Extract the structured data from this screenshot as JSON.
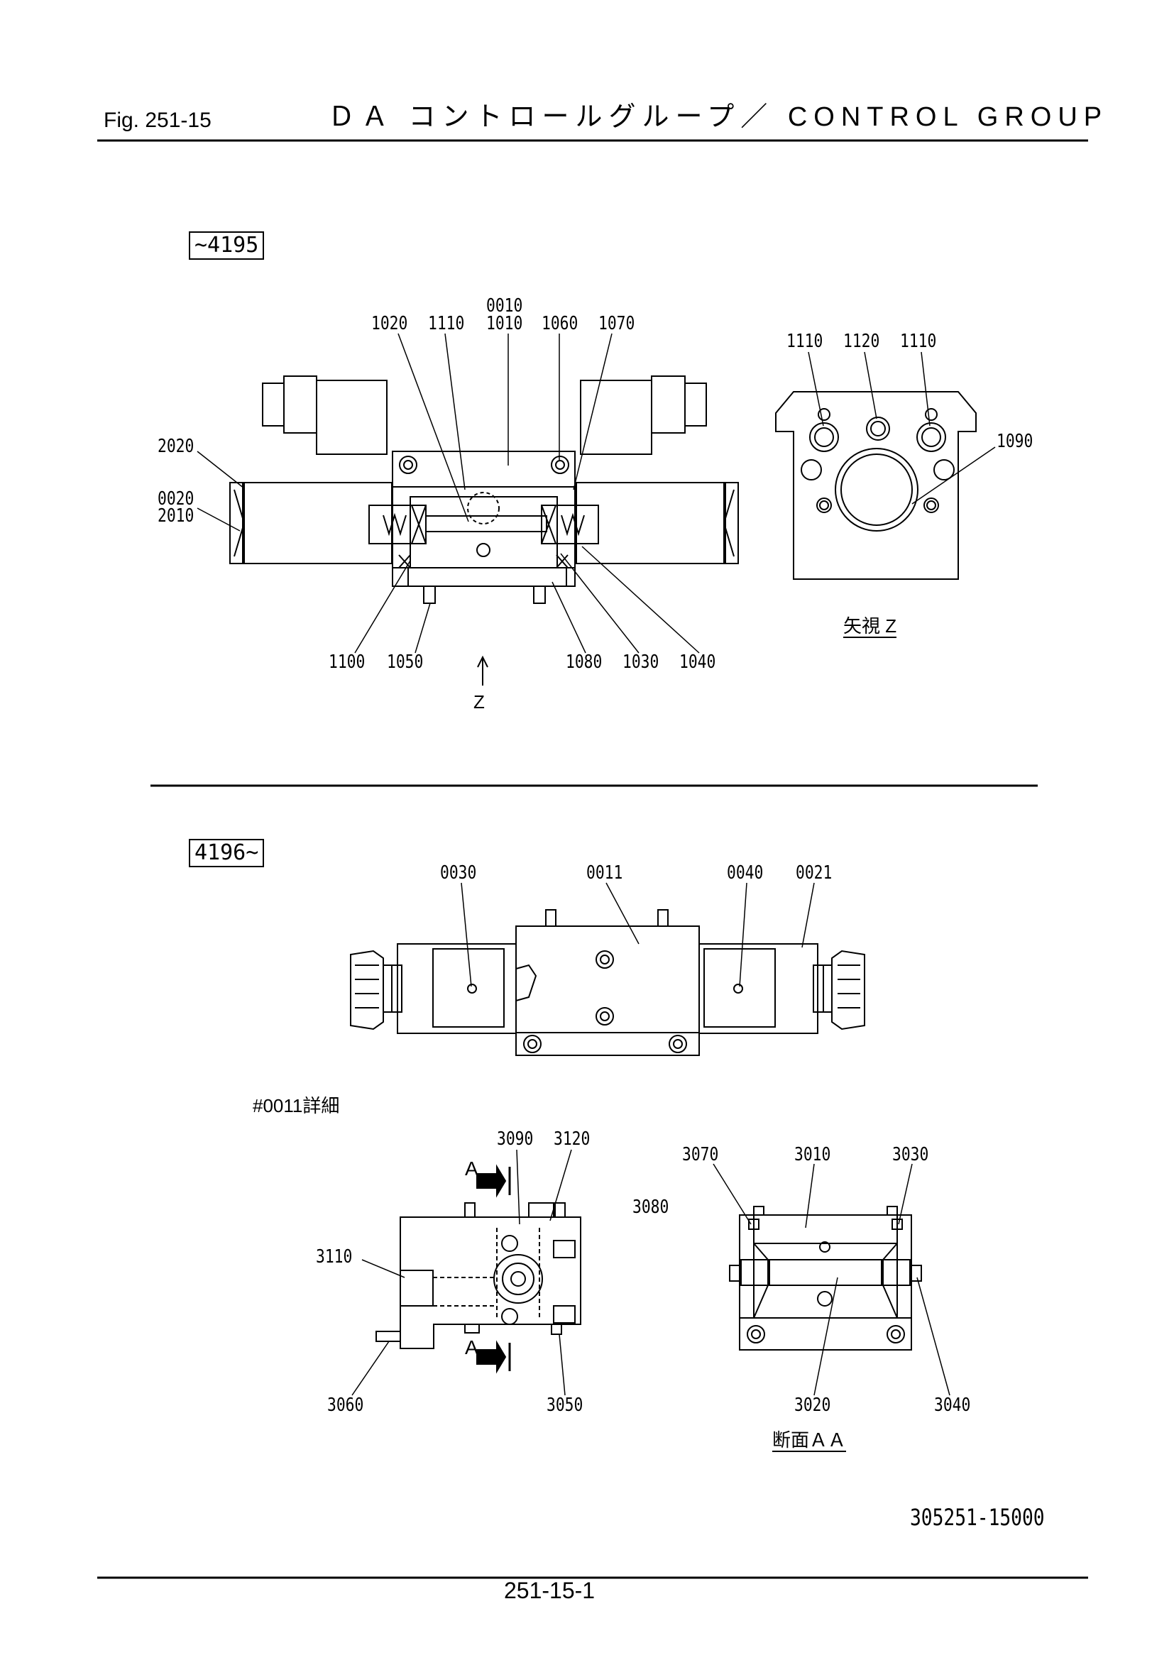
{
  "header": {
    "fig": "Fig.  251-15",
    "title": "ＤＡ コントロールグループ／ CONTROL GROUP"
  },
  "section_top": {
    "serial_range": "~4195",
    "view_label": "矢視 Z",
    "arrow_label": "Z",
    "callouts": [
      "0010",
      "1010",
      "1020",
      "1110",
      "1060",
      "1070",
      "2020",
      "0020",
      "2010",
      "1100",
      "1050",
      "1080",
      "1030",
      "1040"
    ],
    "view_callouts": [
      "1110",
      "1120",
      "1110",
      "1090"
    ]
  },
  "section_bottom": {
    "serial_range": "4196~",
    "callouts": [
      "0030",
      "0011",
      "0040",
      "0021"
    ],
    "detail_label": "#0011詳細",
    "detail_callouts": [
      "3090",
      "3120",
      "3110",
      "3060",
      "3050"
    ],
    "section_marker": "A",
    "section_callouts": [
      "3070",
      "3010",
      "3030",
      "3080",
      "3020",
      "3040"
    ],
    "section_label": "断面ＡＡ"
  },
  "footer": {
    "doc_number": "305251-15000",
    "page_number": "251-15-1"
  }
}
